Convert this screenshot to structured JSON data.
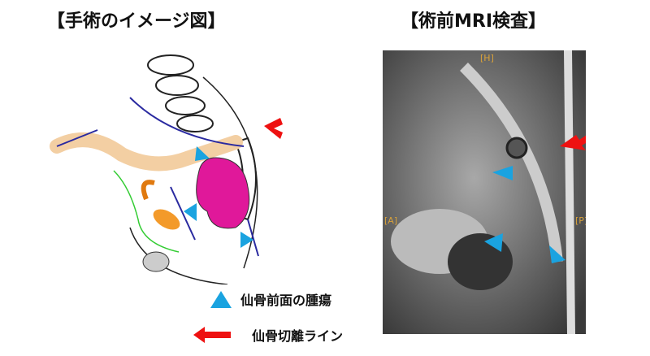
{
  "titles": {
    "illustration": "【手術のイメージ図】",
    "mri": "【術前MRI検査】"
  },
  "mri_labels": {
    "head": "[H]",
    "anterior": "[A]",
    "posterior": "[P]"
  },
  "legend": [
    {
      "icon": "blue-triangle",
      "label": "仙骨前面の腫瘍"
    },
    {
      "icon": "red-arrow",
      "label": "仙骨切離ライン"
    }
  ],
  "colors": {
    "tumor_marker": "#1aa3e0",
    "cut_line": "#ee1111",
    "tumor": "#e0189a"
  }
}
